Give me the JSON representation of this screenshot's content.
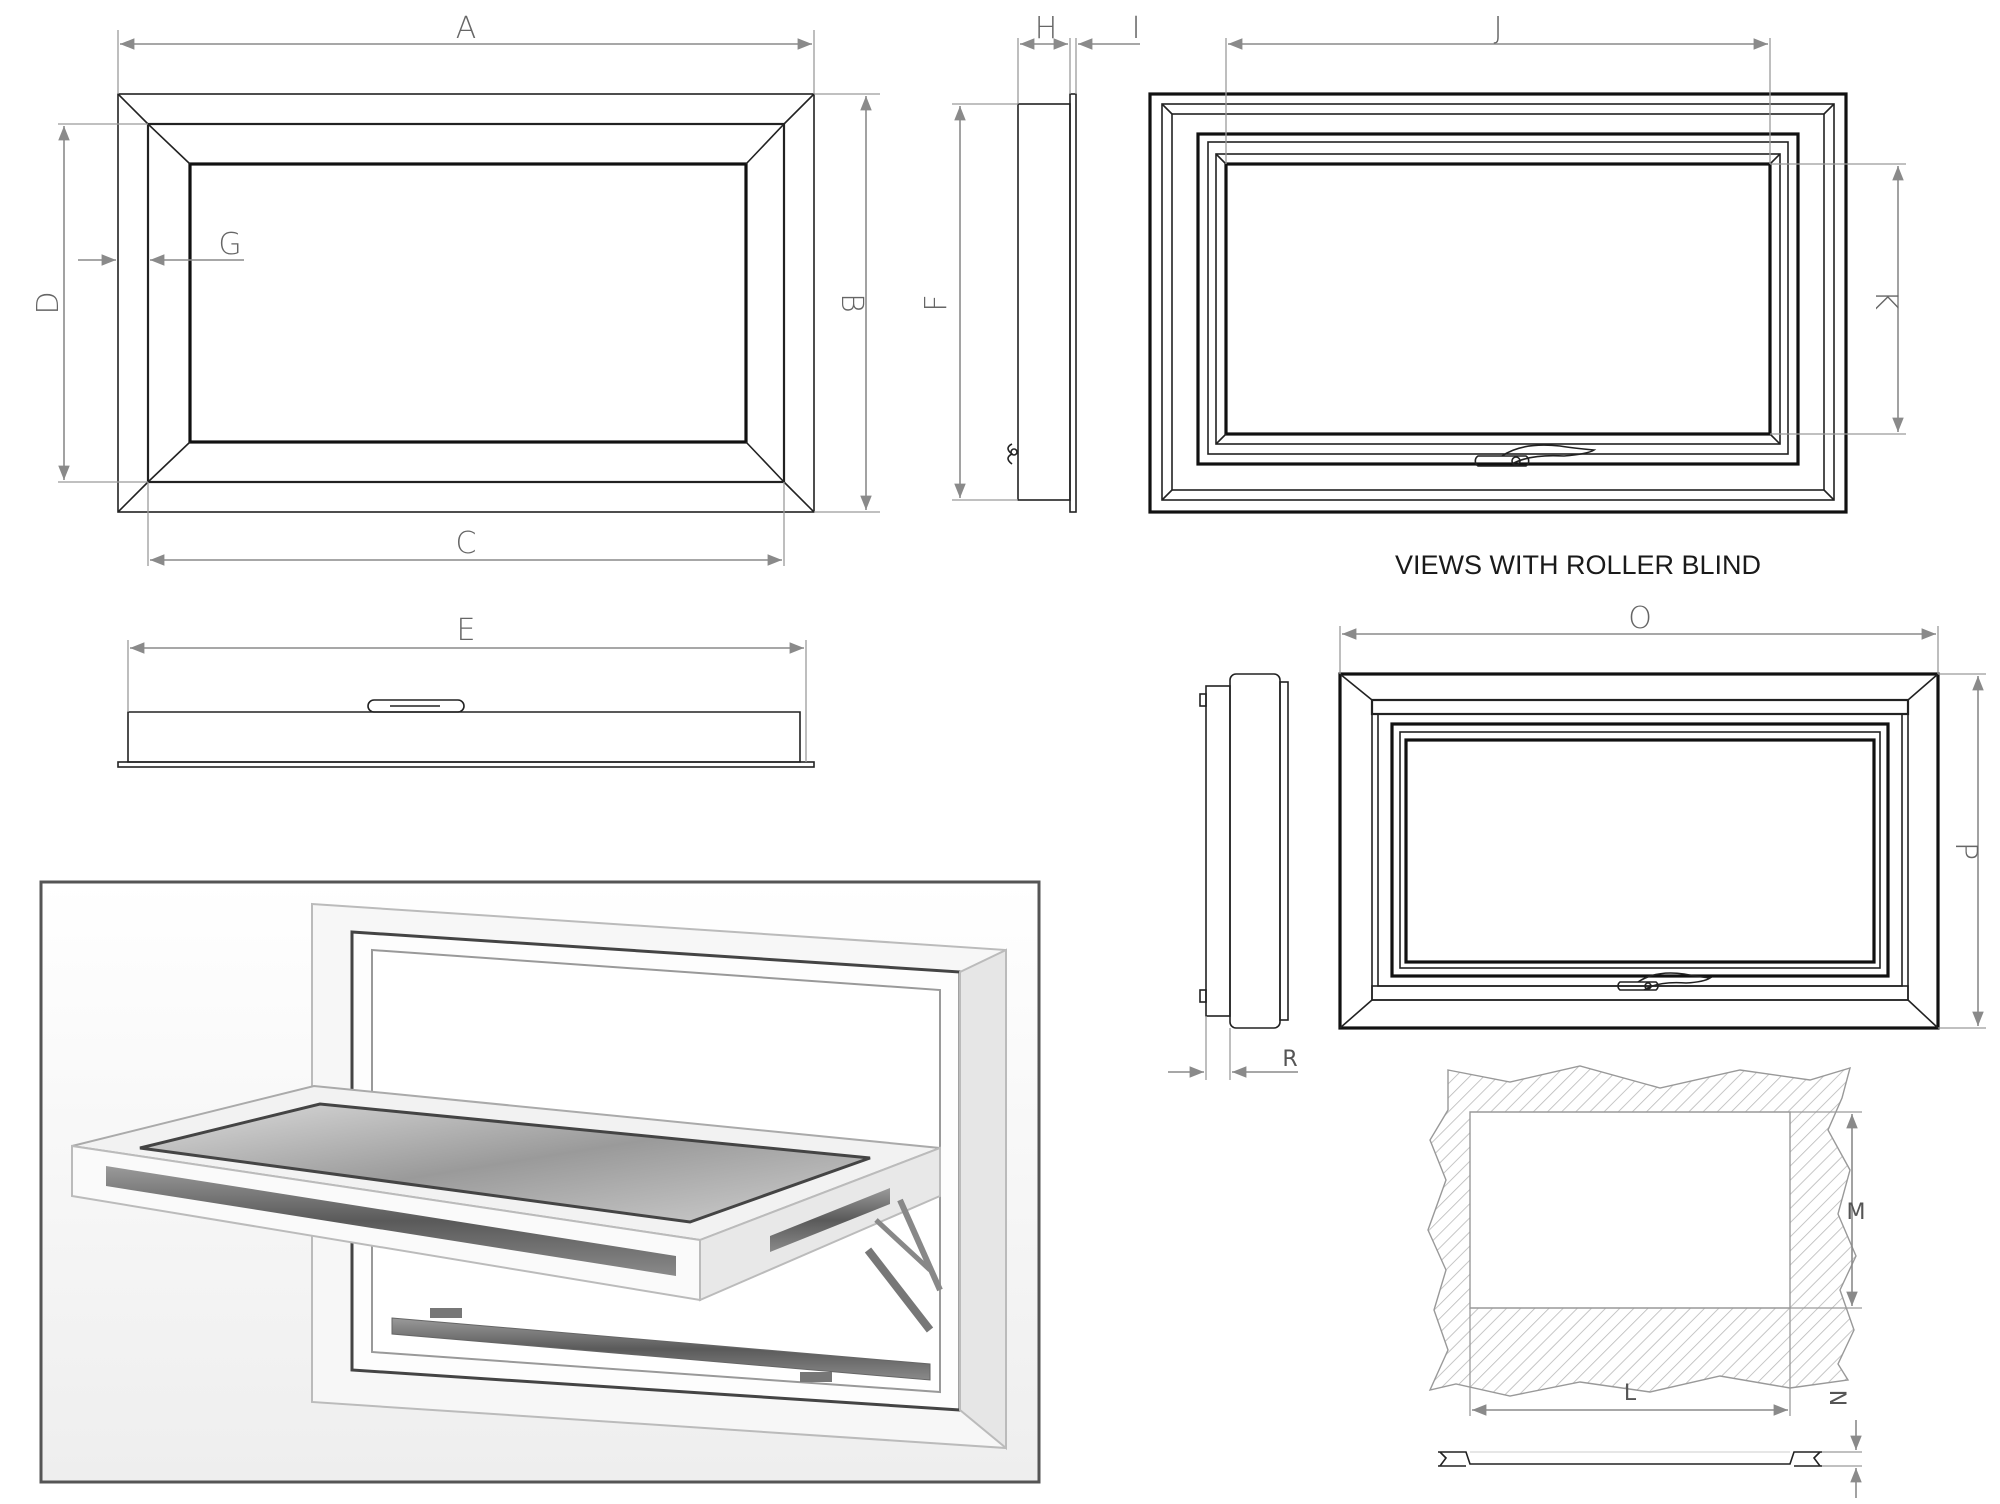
{
  "labels": {
    "A": "A",
    "B": "B",
    "C": "C",
    "D": "D",
    "E": "E",
    "F": "F",
    "G": "G",
    "H": "H",
    "I": "I",
    "J": "J",
    "K": "K",
    "L": "L",
    "M": "M",
    "N": "N",
    "O": "O",
    "P": "P",
    "R": "R"
  },
  "captions": {
    "roller_blind": "VIEWS WITH ROLLER BLIND"
  },
  "colors": {
    "line": "#111111",
    "dimension": "#8a8a8a",
    "hatch": "#b0b0b0",
    "photo_frame": "#555555"
  }
}
